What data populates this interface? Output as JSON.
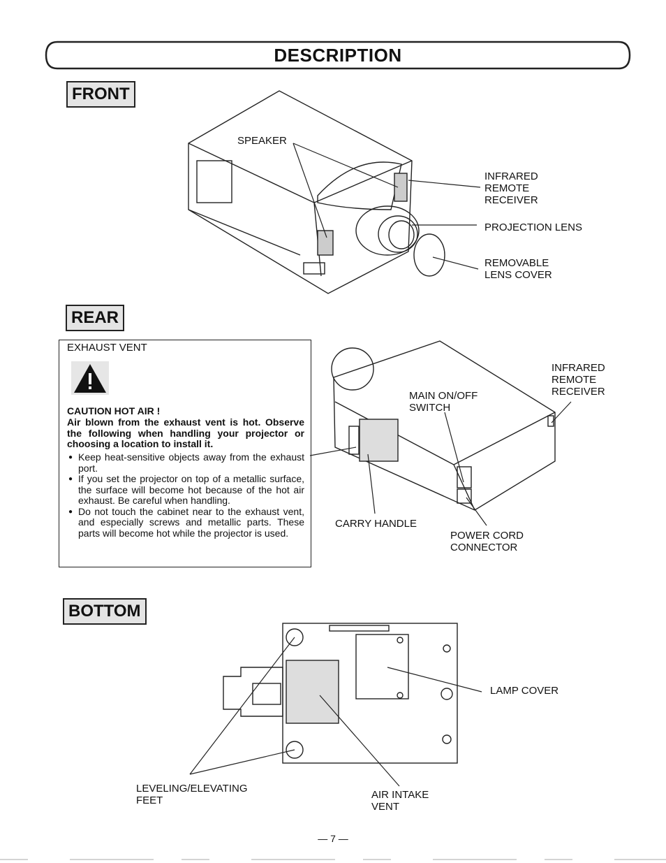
{
  "header": {
    "title": "DESCRIPTION"
  },
  "front": {
    "tab": "FRONT",
    "labels": {
      "speaker": "SPEAKER",
      "infrared": "INFRARED\nREMOTE\nRECEIVER",
      "lens": "PROJECTION LENS",
      "lens_cover": "REMOVABLE\nLENS COVER"
    }
  },
  "rear": {
    "tab": "REAR",
    "exhaust_vent": "EXHAUST VENT",
    "caution_title": "CAUTION HOT AIR !",
    "caution_lead": "Air blown from the exhaust vent is hot. Observe the following when handling your projector or choosing a location to install it.",
    "bullets": [
      "Keep heat-sensitive objects away from the exhaust port.",
      "If you set the projector on top of a metallic surface, the surface will become hot because of the hot air exhaust. Be careful when handling.",
      "Do not touch the cabinet near to the exhaust vent, and especially screws and metallic parts. These parts will become hot while the projector is used."
    ],
    "labels": {
      "infrared": "INFRARED\nREMOTE\nRECEIVER",
      "main_switch": "MAIN ON/OFF\nSWITCH",
      "carry_handle": "CARRY HANDLE",
      "power_cord": "POWER CORD\nCONNECTOR"
    }
  },
  "bottom": {
    "tab": "BOTTOM",
    "labels": {
      "lamp_cover": "LAMP COVER",
      "feet": "LEVELING/ELEVATING\nFEET",
      "air_intake": "AIR INTAKE\nVENT"
    }
  },
  "footer": {
    "page_number": "— 7 —"
  }
}
